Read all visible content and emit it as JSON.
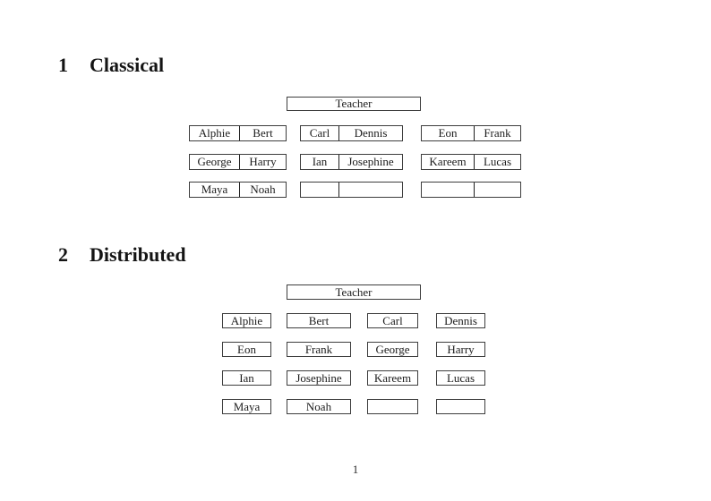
{
  "page": {
    "page_number": "1"
  },
  "sections": [
    {
      "number": "1",
      "title": "Classical",
      "teacher_label": "Teacher",
      "desks": [
        [
          [
            "Alphie",
            "Bert"
          ],
          [
            "Carl",
            "Dennis"
          ],
          [
            "Eon",
            "Frank"
          ]
        ],
        [
          [
            "George",
            "Harry"
          ],
          [
            "Ian",
            "Josephine"
          ],
          [
            "Kareem",
            "Lucas"
          ]
        ],
        [
          [
            "Maya",
            "Noah"
          ],
          [
            "",
            ""
          ],
          [
            "",
            ""
          ]
        ]
      ]
    },
    {
      "number": "2",
      "title": "Distributed",
      "teacher_label": "Teacher",
      "seats": [
        [
          "Alphie",
          "Bert",
          "Carl",
          "Dennis"
        ],
        [
          "Eon",
          "Frank",
          "George",
          "Harry"
        ],
        [
          "Ian",
          "Josephine",
          "Kareem",
          "Lucas"
        ],
        [
          "Maya",
          "Noah",
          "",
          ""
        ]
      ]
    }
  ]
}
